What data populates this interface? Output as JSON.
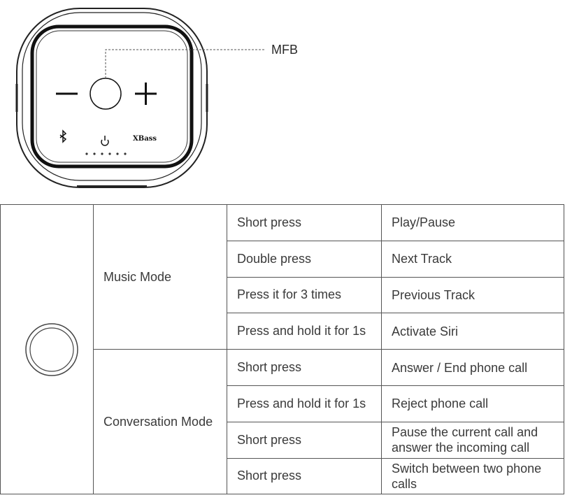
{
  "device": {
    "mfb_label": "MFB",
    "brand": "XBass"
  },
  "table": {
    "music_mode": {
      "label": "Music Mode",
      "rows": [
        {
          "action": "Short press",
          "result": "Play/Pause"
        },
        {
          "action": "Double press",
          "result": "Next Track"
        },
        {
          "action": "Press it for 3 times",
          "result": "Previous Track"
        },
        {
          "action": "Press and hold it for 1s",
          "result": "Activate Siri"
        }
      ]
    },
    "conversation_mode": {
      "label": "Conversation Mode",
      "rows": [
        {
          "action": "Short press",
          "result": "Answer / End phone call"
        },
        {
          "action": "Press and hold it for 1s",
          "result": "Reject phone call"
        },
        {
          "action": "Short press",
          "result": "Pause the current call and answer the incoming call"
        },
        {
          "action": "Short press",
          "result": "Switch between two phone calls"
        }
      ]
    }
  }
}
